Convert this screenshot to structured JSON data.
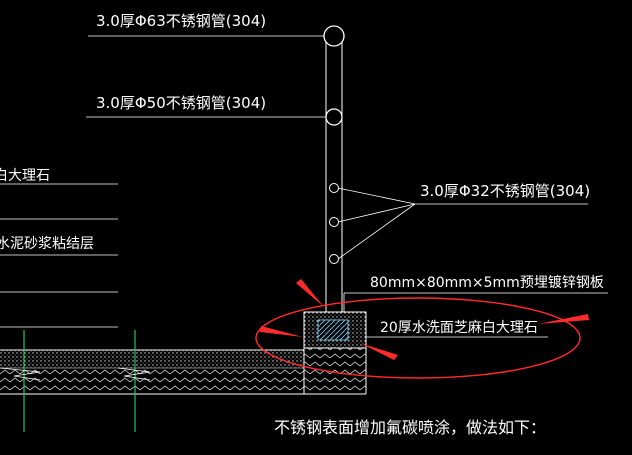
{
  "canvas_background": "#000000",
  "colors": {
    "line": "#ffffff",
    "highlight": "#ff2b2b",
    "accent_green": "#22c55e",
    "hatch_cyan": "#7dd3fc",
    "text": "#ffffff"
  },
  "annotations": {
    "pipe63": "3.0厚Φ63不锈钢管(304)",
    "pipe50": "3.0厚Φ50不锈钢管(304)",
    "pipe32": "3.0厚Φ32不锈钢管(304)",
    "steel_plate": "80mm×80mm×5mm预埋镀锌钢板",
    "marble": "20厚水洗面芝麻白大理石",
    "left_marble": "白大理石",
    "left_mortar": "水泥砂浆粘结层"
  },
  "note": "不锈钢表面增加氟碳喷涂，做法如下："
}
